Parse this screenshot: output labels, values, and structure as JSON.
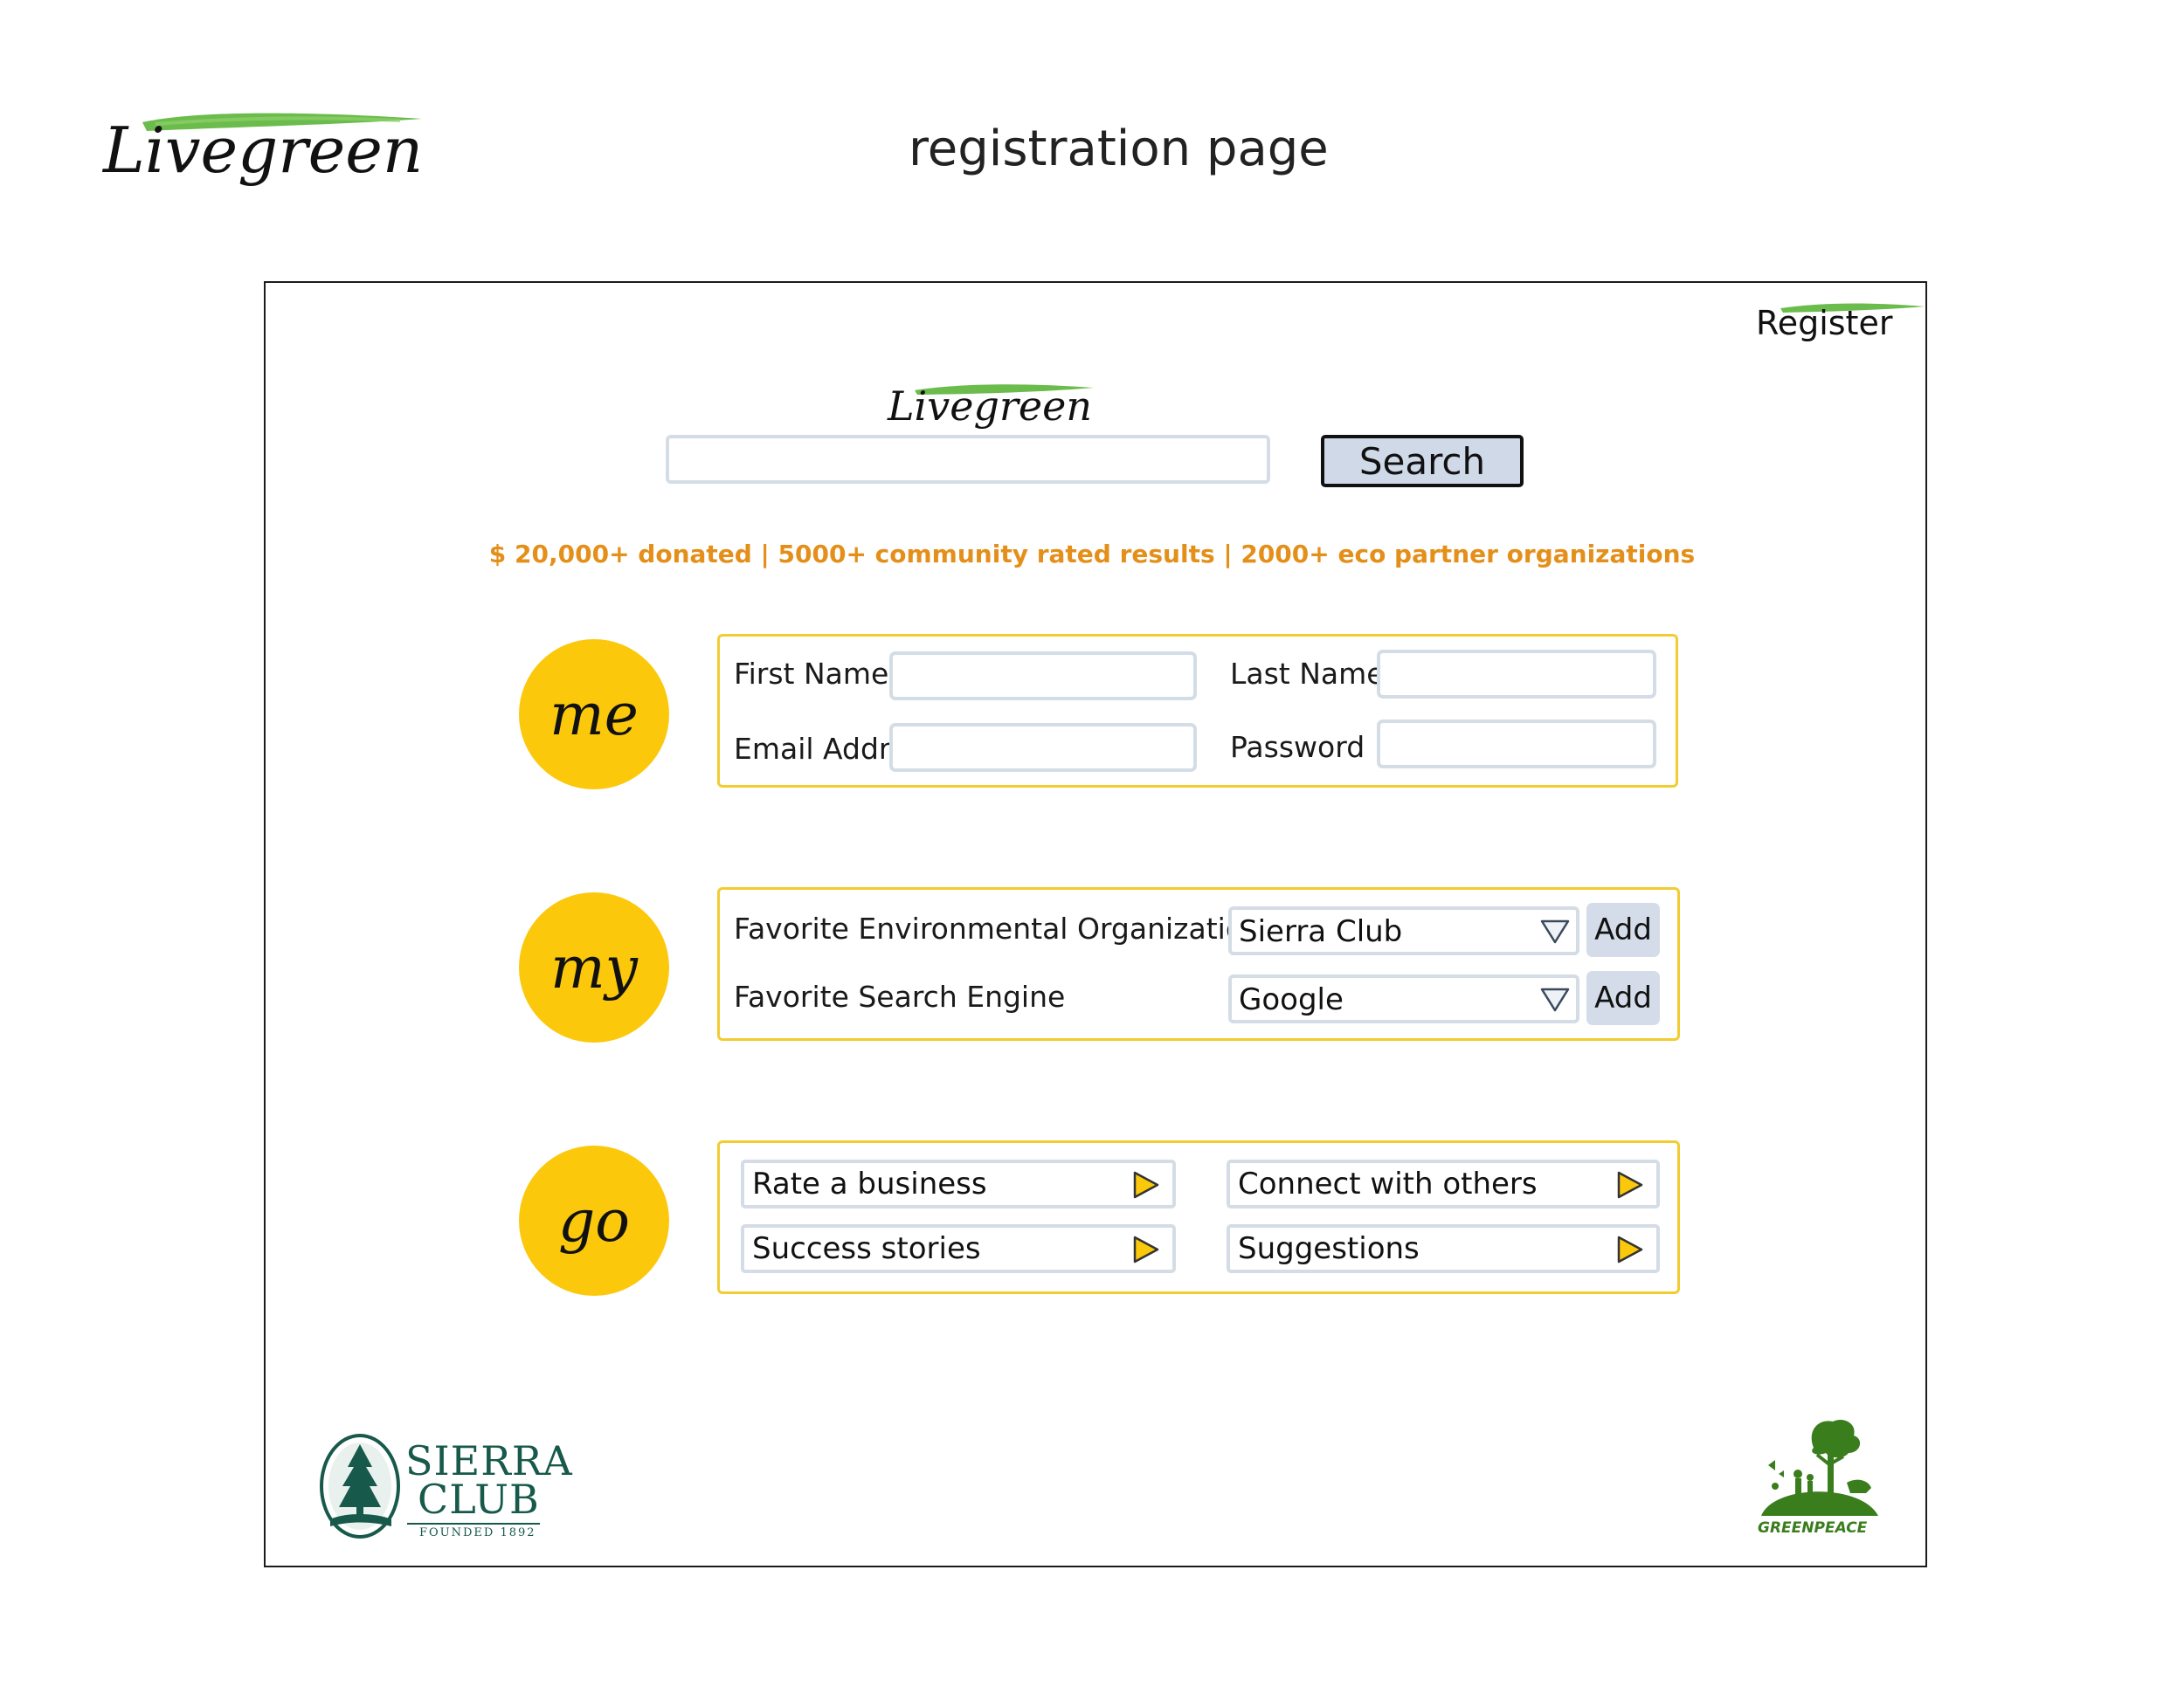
{
  "header": {
    "logo_text": "Livegreen",
    "page_title": "registration page"
  },
  "nav": {
    "register_label": "Register"
  },
  "search": {
    "logo_text": "Livegreen",
    "input_value": "",
    "button_label": "Search"
  },
  "stats_line": "$ 20,000+ donated | 5000+ community rated results | 2000+ eco partner organizations",
  "sections": {
    "me": {
      "badge": "me",
      "first_name_label": "First Name",
      "last_name_label": "Last Name",
      "email_label": "Email Addr.",
      "password_label": "Password",
      "first_name_value": "",
      "last_name_value": "",
      "email_value": "",
      "password_value": ""
    },
    "my": {
      "badge": "my",
      "fav_org_label": "Favorite Environmental Organization",
      "fav_org_value": "Sierra Club",
      "fav_engine_label": "Favorite Search Engine",
      "fav_engine_value": "Google",
      "add_label": "Add"
    },
    "go": {
      "badge": "go",
      "items": [
        "Rate a business",
        "Connect with others",
        "Success stories",
        "Suggestions"
      ]
    }
  },
  "footer": {
    "sierra_line1": "SIERRA",
    "sierra_line2": "CLUB",
    "sierra_founded": "FOUNDED 1892",
    "greenpeace_text": "GREENPEACE"
  },
  "colors": {
    "accent_yellow": "#fbc80c",
    "panel_border": "#f2cc31",
    "stats_orange": "#e48f1a",
    "brush_green": "#5bb53a",
    "button_blue": "#cfd9e8",
    "sierra_green": "#17594a",
    "greenpeace_green": "#3a7d1c"
  }
}
